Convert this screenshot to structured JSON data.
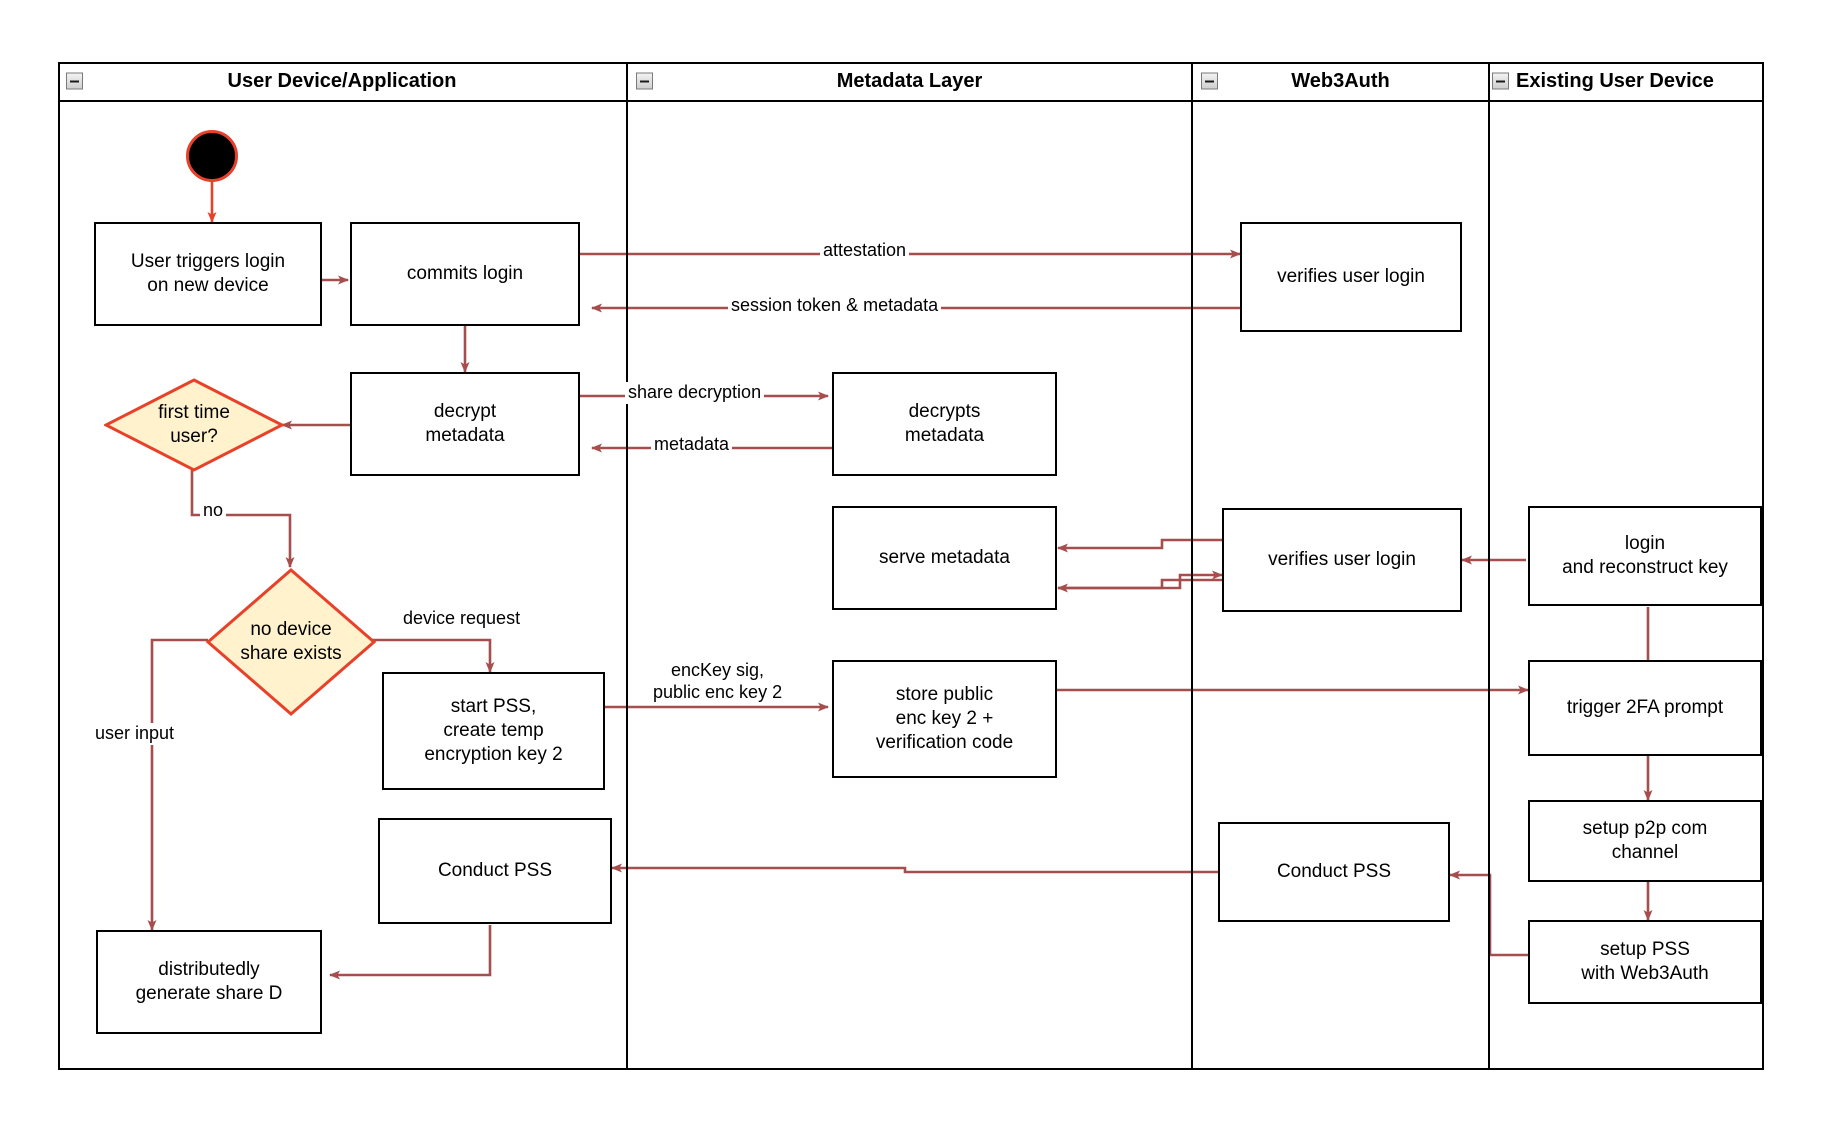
{
  "diagram": {
    "title": "Web3Auth new-device login swimlane activity diagram",
    "accent_edge_color": "#A64D4D",
    "decision_fill": "#FFF2CC",
    "decision_stroke": "#E8412A",
    "start_stroke": "#E8412A",
    "node_stroke": "#000000",
    "background": "#FFFFFF"
  },
  "lanes": [
    {
      "id": "lane-user-device",
      "label": "User Device/Application",
      "collapse_icon": "collapse-minus-icon"
    },
    {
      "id": "lane-metadata",
      "label": "Metadata Layer",
      "collapse_icon": "collapse-minus-icon"
    },
    {
      "id": "lane-web3auth",
      "label": "Web3Auth",
      "collapse_icon": "collapse-minus-icon"
    },
    {
      "id": "lane-existing-device",
      "label": "Existing User Device",
      "collapse_icon": "collapse-minus-icon"
    }
  ],
  "nodes": [
    {
      "id": "start",
      "lane": "lane-user-device",
      "type": "start",
      "label": ""
    },
    {
      "id": "user-triggers-login",
      "lane": "lane-user-device",
      "type": "activity",
      "label": "User triggers login\non new device"
    },
    {
      "id": "commits-login",
      "lane": "lane-user-device",
      "type": "activity",
      "label": "commits login"
    },
    {
      "id": "decrypt-metadata",
      "lane": "lane-user-device",
      "type": "activity",
      "label": "decrypt\nmetadata"
    },
    {
      "id": "first-time-user",
      "lane": "lane-user-device",
      "type": "decision",
      "label": "first time\nuser?"
    },
    {
      "id": "no-device-share-exists",
      "lane": "lane-user-device",
      "type": "decision",
      "label": "no device\nshare exists"
    },
    {
      "id": "start-pss-create-temp-key",
      "lane": "lane-user-device",
      "type": "activity",
      "label": "start PSS,\ncreate temp\nencryption key 2"
    },
    {
      "id": "conduct-pss-user",
      "lane": "lane-user-device",
      "type": "activity",
      "label": "Conduct PSS"
    },
    {
      "id": "distributedly-generate-share-d",
      "lane": "lane-user-device",
      "type": "activity",
      "label": "distributedly\ngenerate share D"
    },
    {
      "id": "decrypts-metadata",
      "lane": "lane-metadata",
      "type": "activity",
      "label": "decrypts\nmetadata"
    },
    {
      "id": "serve-metadata",
      "lane": "lane-metadata",
      "type": "activity",
      "label": "serve metadata"
    },
    {
      "id": "store-public-enc-key-2",
      "lane": "lane-metadata",
      "type": "activity",
      "label": "store public\nenc key 2 +\nverification code"
    },
    {
      "id": "verifies-user-login-1",
      "lane": "lane-web3auth",
      "type": "activity",
      "label": "verifies user login"
    },
    {
      "id": "verifies-user-login-2",
      "lane": "lane-web3auth",
      "type": "activity",
      "label": "verifies user login"
    },
    {
      "id": "conduct-pss-web3auth",
      "lane": "lane-web3auth",
      "type": "activity",
      "label": "Conduct PSS"
    },
    {
      "id": "login-and-reconstruct-key",
      "lane": "lane-existing-device",
      "type": "activity",
      "label": "login\nand reconstruct key"
    },
    {
      "id": "trigger-2fa-prompt",
      "lane": "lane-existing-device",
      "type": "activity",
      "label": "trigger 2FA prompt"
    },
    {
      "id": "setup-p2p-com-channel",
      "lane": "lane-existing-device",
      "type": "activity",
      "label": "setup p2p com\nchannel"
    },
    {
      "id": "setup-pss-with-web3auth",
      "lane": "lane-existing-device",
      "type": "activity",
      "label": "setup PSS\nwith Web3Auth"
    }
  ],
  "edge_labels": [
    {
      "id": "attestation",
      "text": "attestation"
    },
    {
      "id": "session-token-metadata",
      "text": "session token & metadata"
    },
    {
      "id": "share-decryption",
      "text": "share decryption"
    },
    {
      "id": "metadata",
      "text": "metadata"
    },
    {
      "id": "no",
      "text": "no"
    },
    {
      "id": "device-request",
      "text": "device request"
    },
    {
      "id": "user-input",
      "text": "user input"
    },
    {
      "id": "enckey-sig-public-enc-key-2",
      "text": "encKey sig,\npublic enc key 2"
    }
  ]
}
